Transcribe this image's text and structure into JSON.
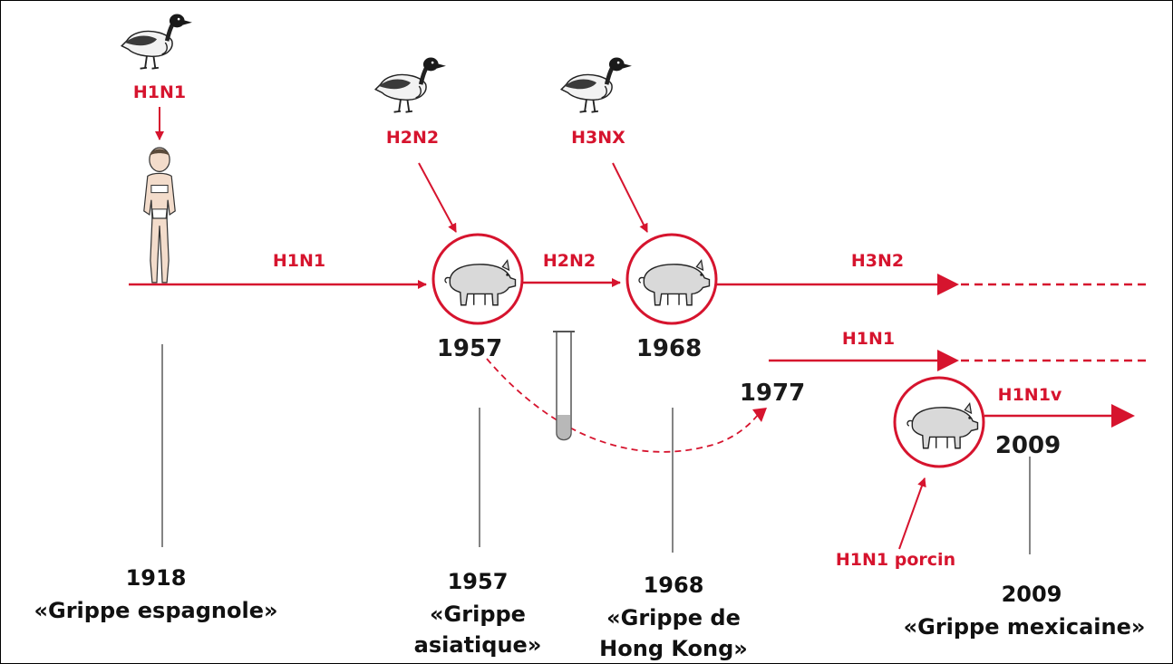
{
  "colors": {
    "accent": "#d6142e",
    "text": "#111111",
    "stroke": "#333333"
  },
  "strain_labels": {
    "duck_1918": "H1N1",
    "duck_1957": "H2N2",
    "duck_1968": "H3NX",
    "line_1918": "H1N1",
    "line_1957": "H2N2",
    "line_1968": "H3N2",
    "line_1977": "H1N1",
    "line_2009": "H1N1v",
    "porcine": "H1N1 porcin"
  },
  "years": {
    "pig_1957": "1957",
    "pig_1968": "1968",
    "reemergence_1977": "1977",
    "pig_2009": "2009"
  },
  "captions": {
    "c1918": {
      "year": "1918",
      "line1": "«Grippe espagnole»"
    },
    "c1957": {
      "year": "1957",
      "line1": "«Grippe",
      "line2": "asiatique»"
    },
    "c1968": {
      "year": "1968",
      "line1": "«Grippe de",
      "line2": "Hong Kong»"
    },
    "c2009": {
      "year": "2009",
      "line1": "«Grippe mexicaine»"
    }
  },
  "icons": [
    "duck-icon",
    "human-icon",
    "pig-icon",
    "test-tube-icon"
  ]
}
